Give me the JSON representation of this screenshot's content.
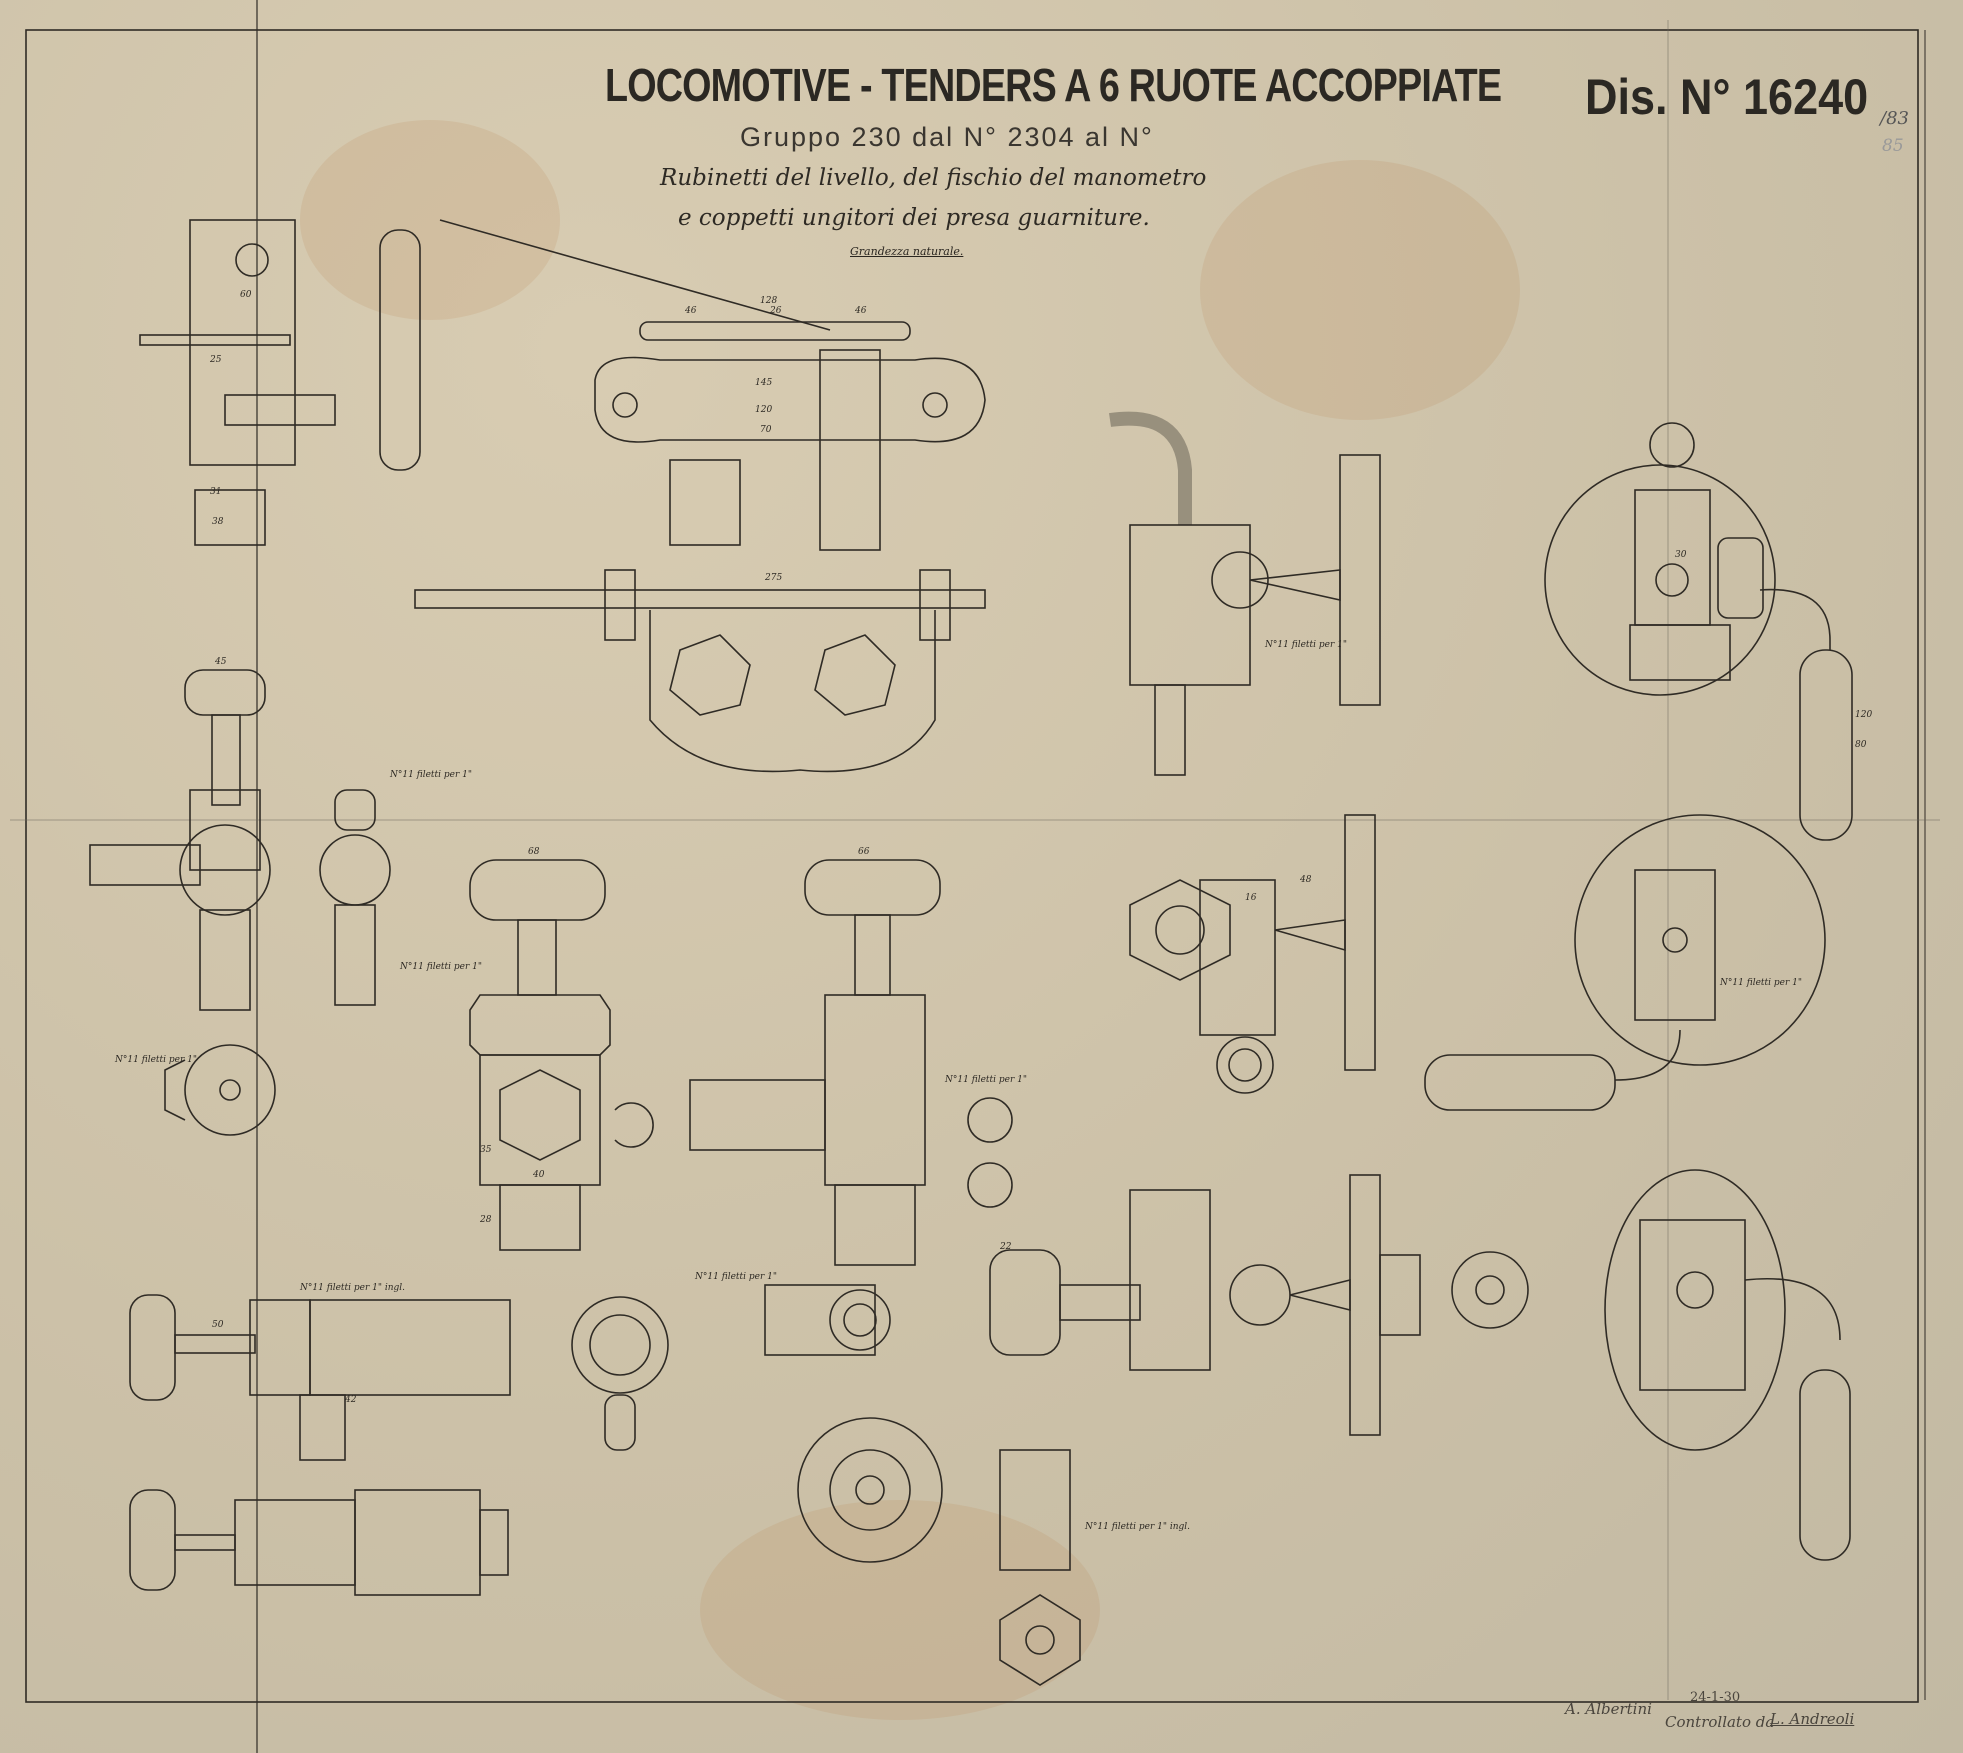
{
  "drawing": {
    "title": "LOCOMOTIVE - TENDERS A 6 RUOTE ACCOPPIATE",
    "group_line": "Gruppo 230 dal N° 2304 al N°",
    "subtitle_1": "Rubinetti del livello, del fischio del manometro",
    "subtitle_2": "e coppetti ungitori dei presa guarniture.",
    "scale_note": "Grandezza naturale.",
    "drawing_number": "Dis. N° 16240",
    "sheet_number": "/83",
    "sheet_number_pencil": "85"
  },
  "annotations": [
    "N°11 filetti per 1\"",
    "N°11 filetti per 1\"",
    "N°11 filetti per 1\"",
    "N°11 filetti per 1\"",
    "N°11 filetti per 1\"",
    "N°11 filetti per 1\"",
    "N°11 filetti per 1\"",
    "N°11 filetti per 1\" ingl.",
    "N°11 filetti per 1\" ingl."
  ],
  "dimensions": [
    "128",
    "46",
    "26",
    "46",
    "145",
    "120",
    "70",
    "275",
    "45",
    "60",
    "25",
    "31",
    "38",
    "66",
    "68",
    "40",
    "35",
    "28",
    "50",
    "42",
    "16",
    "48",
    "30",
    "22",
    "120",
    "80"
  ],
  "title_block": {
    "drawn_by": "A. Albertini",
    "date": "24-1-30",
    "checked_label": "Controllato da",
    "checked_by": "L. Andreoli"
  }
}
